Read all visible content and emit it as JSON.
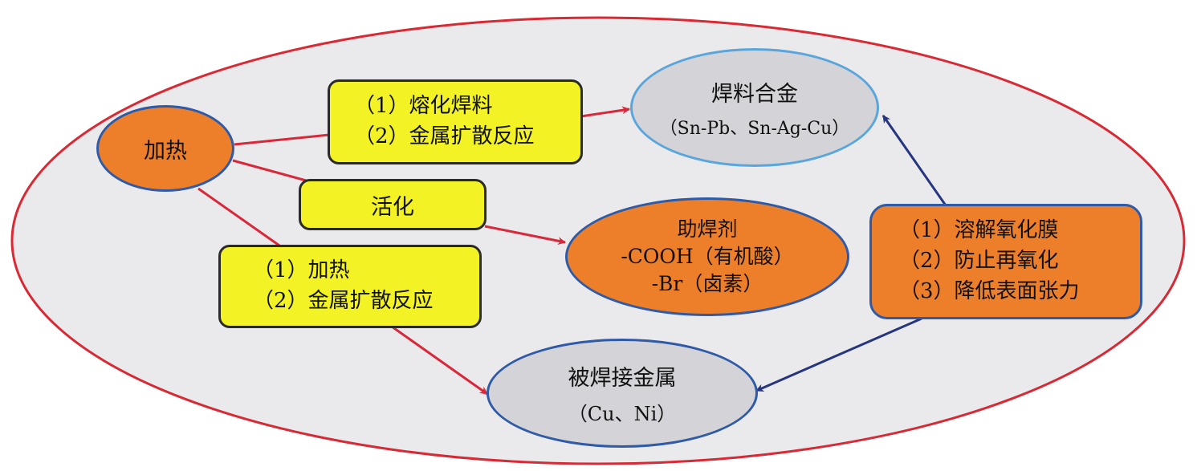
{
  "colors": {
    "background_ellipse_fill": "#eaeaec",
    "background_ellipse_stroke": "#d82a35",
    "orange": "#ee7f2a",
    "yellow": "#f2f224",
    "gray": "#d4d4d8",
    "blue_border": "#2e5aa8",
    "light_blue_border": "#5aa6dc",
    "red_arrow": "#d8283a",
    "navy_arrow": "#26357f"
  },
  "nodes": {
    "heating": {
      "label": "加热"
    },
    "melt_box": {
      "lines": [
        "（1）熔化焊料",
        "（2）金属扩散反应"
      ]
    },
    "solder_alloy": {
      "title": "焊料合金",
      "subtitle": "（Sn-Pb、Sn-Ag-Cu）"
    },
    "activation_box": {
      "label": "活化"
    },
    "flux": {
      "title": "助焊剂",
      "line1": "-COOH（有机酸）",
      "line2": "-Br（卤素）"
    },
    "heat_diffuse_box": {
      "lines": [
        "（1）加热",
        "（2）金属扩散反应"
      ]
    },
    "flux_functions": {
      "lines": [
        "（1）溶解氧化膜",
        "（2）防止再氧化",
        "（3）降低表面张力"
      ]
    },
    "base_metal": {
      "title": "被焊接金属",
      "subtitle": "（Cu、Ni）"
    }
  },
  "connections": [
    {
      "from": "heating",
      "via": "melt_box",
      "to": "solder_alloy",
      "color": "red"
    },
    {
      "from": "heating",
      "via": "activation_box",
      "to": "flux",
      "color": "red"
    },
    {
      "from": "heating",
      "via": "heat_diffuse_box",
      "to": "base_metal",
      "color": "red"
    },
    {
      "from": "flux_functions",
      "to": "solder_alloy",
      "color": "navy"
    },
    {
      "from": "flux_functions",
      "to": "base_metal",
      "color": "navy"
    }
  ]
}
